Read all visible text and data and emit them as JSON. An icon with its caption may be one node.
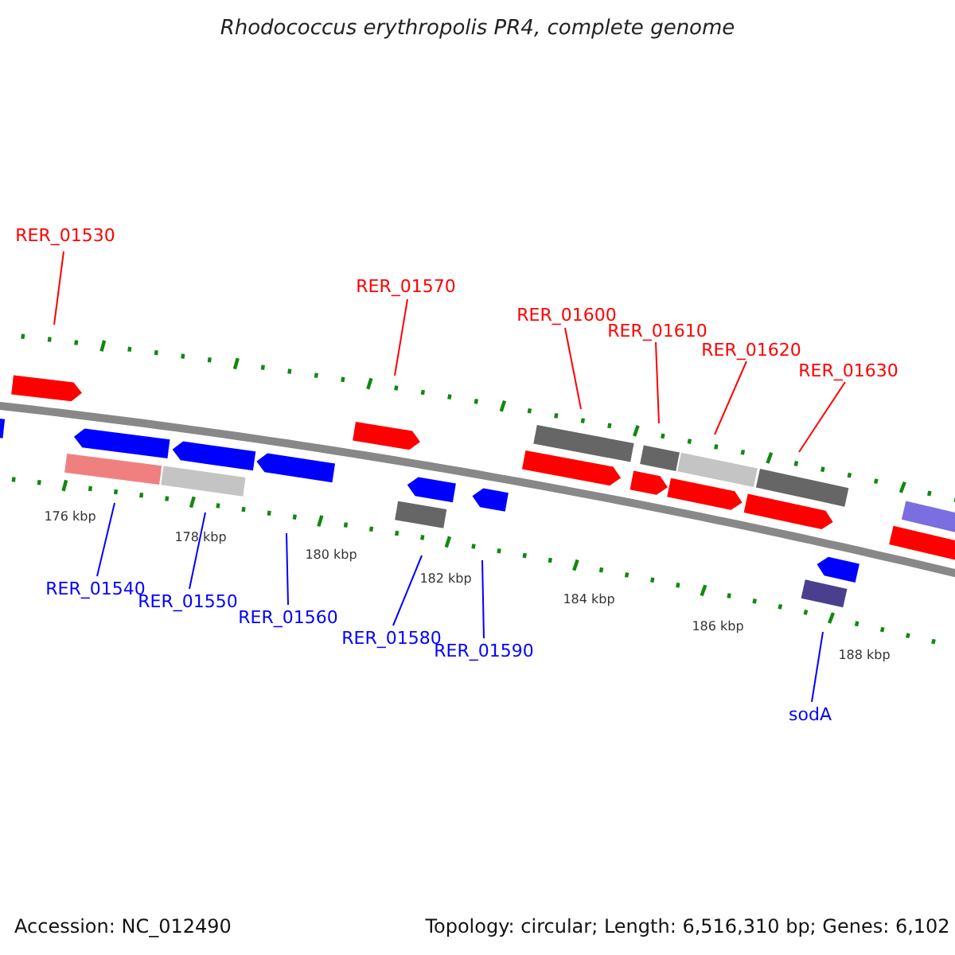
{
  "diagram": {
    "title": "Rhodococcus erythropolis PR4, complete genome",
    "nodes": [
      {
        "text": [
          "RER_01530"
        ]
      },
      {
        "text": [
          "RER_01570"
        ]
      },
      {
        "text": [
          "RER_01600"
        ]
      },
      {
        "text": [
          "RER_01610"
        ]
      },
      {
        "text": [
          "RER_01620"
        ]
      },
      {
        "text": [
          "RER_01630"
        ]
      },
      {
        "text": [
          "RER_01540"
        ]
      },
      {
        "text": [
          "RER_01550"
        ]
      },
      {
        "text": [
          "RER_01560"
        ]
      },
      {
        "text": [
          "RER_01580"
        ]
      },
      {
        "text": [
          "RER_01590"
        ]
      },
      {
        "text": [
          "sodA"
        ]
      }
    ],
    "edges": [
      {
        "from": 0,
        "to": null,
        "arrow": "none",
        "color": "#ff0000"
      },
      {
        "from": 1,
        "to": null,
        "arrow": "none",
        "color": "#ff0000"
      },
      {
        "from": 2,
        "to": null,
        "arrow": "none",
        "color": "#ff0000"
      },
      {
        "from": 3,
        "to": null,
        "arrow": "none",
        "color": "#ff0000"
      },
      {
        "from": 4,
        "to": null,
        "arrow": "none",
        "color": "#ff0000"
      },
      {
        "from": 5,
        "to": null,
        "arrow": "none",
        "color": "#ff0000"
      },
      {
        "from": 6,
        "to": null,
        "arrow": "none",
        "color": "#0000ff"
      },
      {
        "from": 7,
        "to": null,
        "arrow": "none",
        "color": "#0000ff"
      },
      {
        "from": 8,
        "to": null,
        "arrow": "none",
        "color": "#0000ff"
      },
      {
        "from": 9,
        "to": null,
        "arrow": "none",
        "color": "#0000ff"
      },
      {
        "from": 10,
        "to": null,
        "arrow": "none",
        "color": "#0000ff"
      },
      {
        "from": 11,
        "to": null,
        "arrow": "none",
        "color": "#0000ff"
      }
    ],
    "labels": [
      "176 kbp",
      "178 kbp",
      "180 kbp",
      "182 kbp",
      "184 kbp",
      "186 kbp",
      "188 kbp",
      "Accession: NC_012490",
      "Topology: circular; Length: 6,516,310 bp; Genes: 6,102"
    ]
  }
}
